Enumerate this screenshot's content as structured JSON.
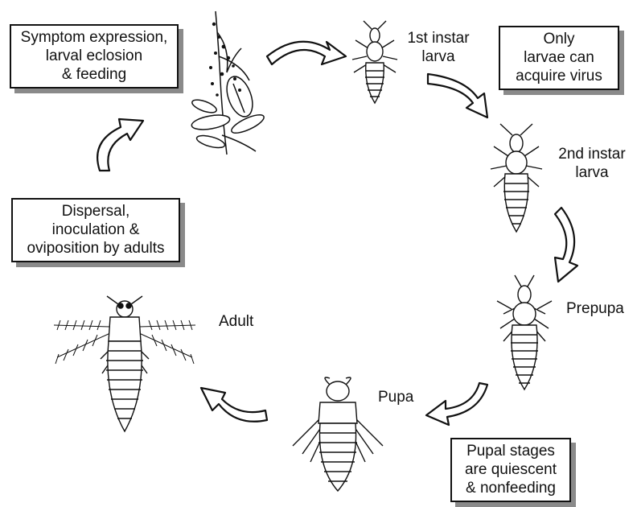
{
  "stages": {
    "first_instar": [
      "1st instar",
      "larva"
    ],
    "second_instar": [
      "2nd instar",
      "larva"
    ],
    "prepupa": "Prepupa",
    "pupa": "Pupa",
    "adult": "Adult"
  },
  "notes": {
    "symptom": [
      "Symptom expression,",
      "larval eclosion",
      "& feeding"
    ],
    "acquire": [
      "Only",
      "larvae can",
      "acquire virus"
    ],
    "dispersal": [
      "Dispersal,",
      "inoculation &",
      "oviposition by adults"
    ],
    "pupal": [
      "Pupal stages",
      "are quiescent",
      "& nonfeeding"
    ]
  },
  "colors": {
    "ink": "#111111",
    "shadow": "#8a8a8a",
    "arrow_fill": "#ffffff"
  }
}
